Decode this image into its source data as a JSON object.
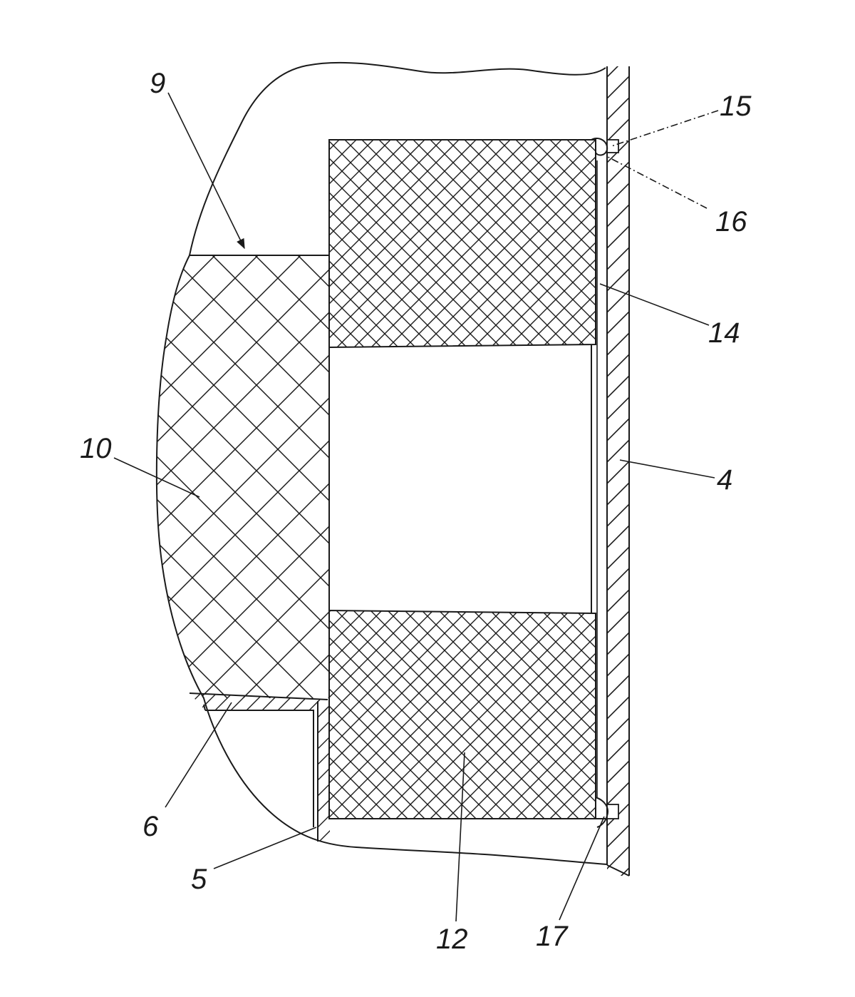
{
  "figure": {
    "labels": {
      "l4": "4",
      "l5": "5",
      "l6": "6",
      "l9": "9",
      "l10": "10",
      "l12": "12",
      "l14": "14",
      "l15": "15",
      "l16": "16",
      "l17": "17"
    },
    "ink_color": "#1a1a1a",
    "background_color": "#ffffff"
  }
}
